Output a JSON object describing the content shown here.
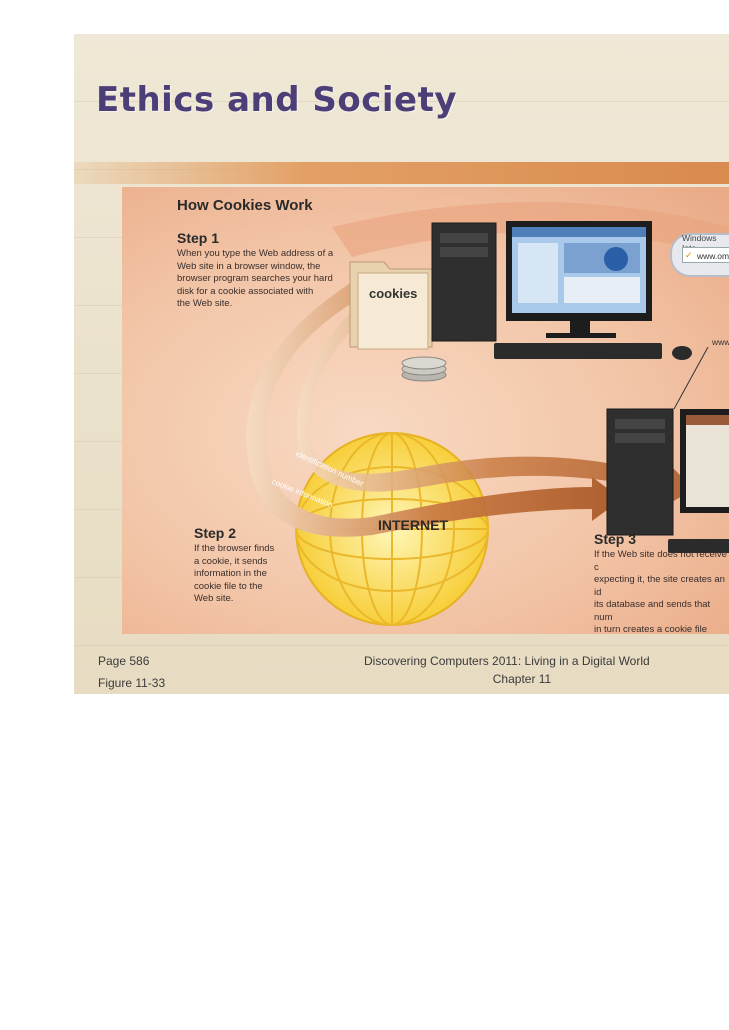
{
  "slide": {
    "title": "Ethics and Society",
    "footer": {
      "page": "Page 586",
      "figure": "Figure 11-33",
      "book": "Discovering Computers 2011: Living in a Digital World",
      "chapter": "Chapter 11"
    }
  },
  "figure": {
    "title": "How Cookies Work",
    "step1": {
      "heading": "Step 1",
      "text": "When you type the Web address of a\nWeb site in a browser window, the\nbrowser program searches your hard\ndisk for a cookie associated with\nthe Web site."
    },
    "step2": {
      "heading": "Step 2",
      "text": "If the browser finds\na cookie, it sends\ninformation in the\ncookie file to the\nWeb site."
    },
    "step3": {
      "heading": "Step 3",
      "text": "If the Web site does not receive c\nexpecting it, the site creates an id\nits database and sends that num\nin turn creates a cookie file base\nthe cookie file on your hard disk.\ninformation in the cookie file whe"
    },
    "labels": {
      "cookies": "cookies",
      "internet": "INTERNET",
      "identification": "identification number",
      "cookie_info": "cookie information",
      "ie_title": "Windows Inte",
      "ie_address": "www.om",
      "www": "www"
    },
    "colors": {
      "title": "#4c3f78",
      "arrow": "#b9692f",
      "globe": "#f4c531"
    }
  }
}
